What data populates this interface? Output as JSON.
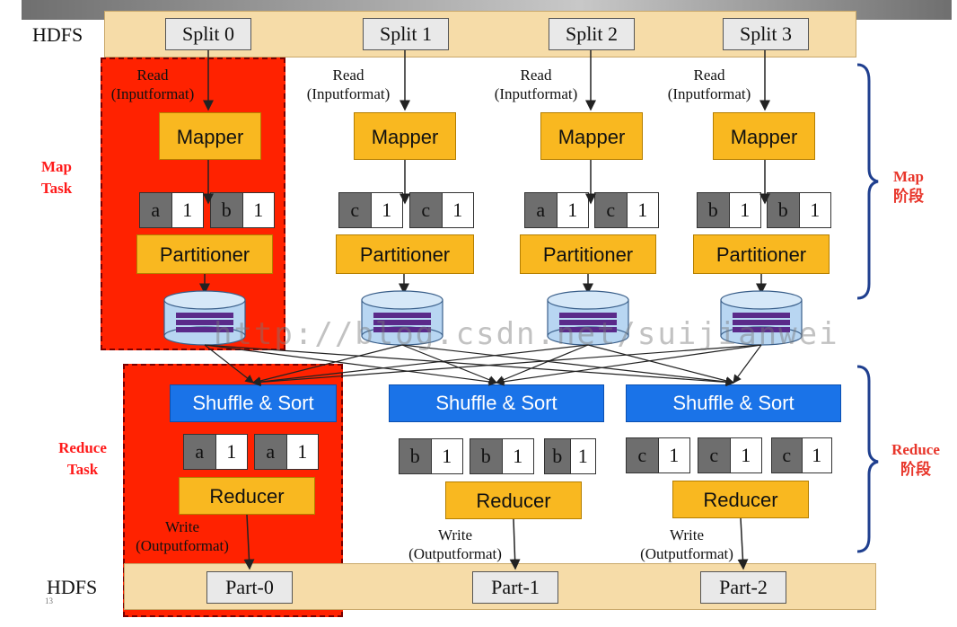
{
  "hdfs_label": "HDFS",
  "splits": [
    "Split 0",
    "Split 1",
    "Split 2",
    "Split 3"
  ],
  "read_labels": [
    {
      "line1": "Read",
      "line2": "(Inputformat)"
    },
    {
      "line1": "Read",
      "line2": "(Inputformat)"
    },
    {
      "line1": "Read",
      "line2": "(Inputformat)"
    },
    {
      "line1": "Read",
      "line2": "(Inputformat)"
    }
  ],
  "mapper_label": "Mapper",
  "partitioner_label": "Partitioner",
  "map_kv": [
    [
      {
        "k": "a",
        "v": "1"
      },
      {
        "k": "b",
        "v": "1"
      }
    ],
    [
      {
        "k": "c",
        "v": "1"
      },
      {
        "k": "c",
        "v": "1"
      }
    ],
    [
      {
        "k": "a",
        "v": "1"
      },
      {
        "k": "c",
        "v": "1"
      }
    ],
    [
      {
        "k": "b",
        "v": "1"
      },
      {
        "k": "b",
        "v": "1"
      }
    ]
  ],
  "map_task_label": {
    "line1": "Map",
    "line2": "Task"
  },
  "reduce_task_label": {
    "line1": "Reduce",
    "line2": "Task"
  },
  "map_phase_label": {
    "line1": "Map",
    "line2": "阶段"
  },
  "reduce_phase_label": {
    "line1": "Reduce",
    "line2": "阶段"
  },
  "shuffle_label": "Shuffle & Sort",
  "reducer_label": "Reducer",
  "reduce_kv": [
    [
      {
        "k": "a",
        "v": "1"
      },
      {
        "k": "a",
        "v": "1"
      }
    ],
    [
      {
        "k": "b",
        "v": "1"
      },
      {
        "k": "b",
        "v": "1"
      },
      {
        "k": "b",
        "v": "1"
      }
    ],
    [
      {
        "k": "c",
        "v": "1"
      },
      {
        "k": "c",
        "v": "1"
      },
      {
        "k": "c",
        "v": "1"
      }
    ]
  ],
  "write_labels": [
    {
      "line1": "Write",
      "line2": "(Outputformat)"
    },
    {
      "line1": "Write",
      "line2": "(Outputformat)"
    },
    {
      "line1": "Write",
      "line2": "(Outputformat)"
    }
  ],
  "parts": [
    "Part-0",
    "Part-1",
    "Part-2"
  ],
  "watermark": "http://blog.csdn.net/suijianwei",
  "slide_number": "13",
  "colors": {
    "task_highlight": "#ff2200",
    "mapper": "#f9b820",
    "shuffle": "#1a73e8",
    "hdfs_band": "#f6dca8",
    "disk": "#b8d6f2",
    "disk_stripe": "#5a2a8a",
    "phase_bracket": "#1f3f8f"
  }
}
